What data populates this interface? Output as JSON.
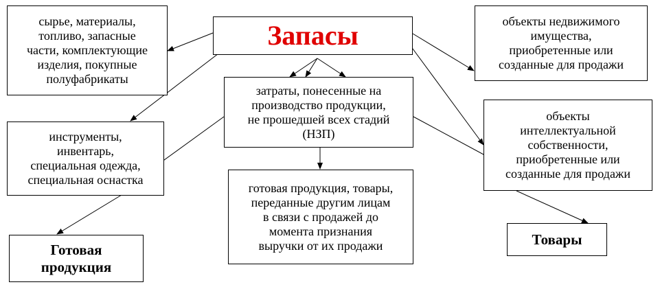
{
  "title": "Запасы",
  "boxes": {
    "raw_materials": "сырье, материалы,\nтопливо, запасные\nчасти, комплектующие\nизделия, покупные\nполуфабрикаты",
    "tools": "инструменты,\nинвентарь,\nспециальная одежда,\nспециальная оснастка",
    "finished_products": "Готовая\nпродукция",
    "wip": "затраты, понесенные на\nпроизводство продукции,\nне прошедшей всех стадий\n(НЗП)",
    "transferred_goods": "готовая продукция, товары,\nпереданные другим лицам\nв связи с продажей до\nмомента признания\nвыручки от их продажи",
    "real_estate": "объекты недвижимого\nимущества,\nприобретенные или\nсозданные для продажи",
    "intellectual_property": "объекты\nинтеллектуальной\nсобственности,\nприобретенные или\nсозданные для продажи",
    "goods": "Товары"
  },
  "colors": {
    "title": "#e00000",
    "border": "#000000",
    "text": "#000000"
  }
}
